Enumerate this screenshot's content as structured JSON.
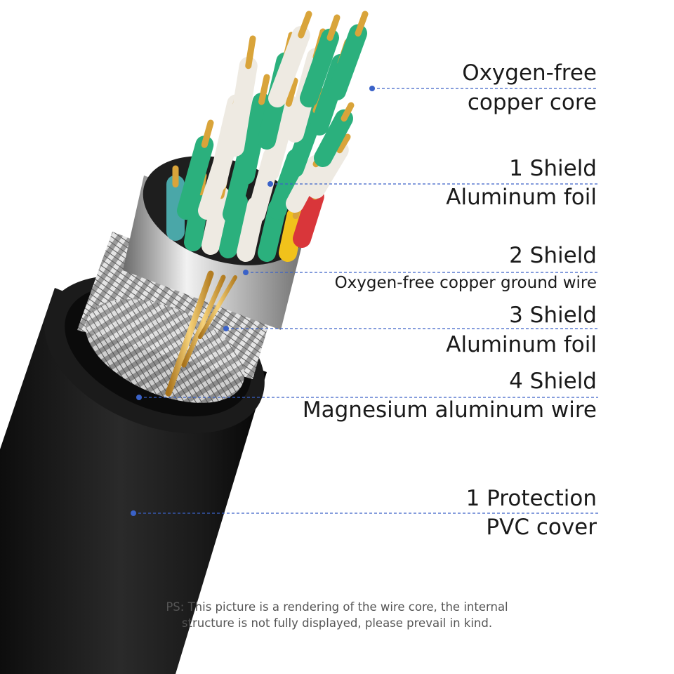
{
  "labels": {
    "core_1": "Oxygen-free",
    "core_2": "copper core",
    "shield1_1": "1 Shield",
    "shield1_2": "Aluminum foil",
    "shield2_1": "2 Shield",
    "shield2_2": "Oxygen-free copper ground wire",
    "shield3_1": "3 Shield",
    "shield3_2": "Aluminum foil",
    "shield4_1": "4 Shield",
    "shield4_2": "Magnesium aluminum wire",
    "protect_1": "1 Protection",
    "protect_2": "PVC cover"
  },
  "note": {
    "line1": "PS: This picture is a rendering of the wire core, the internal",
    "line2": "structure is not fully displayed, please prevail in kind."
  },
  "colors": {
    "leader": "#3a62c8",
    "jacket": "#151515",
    "copper": "#d9a43a",
    "green": "#2bb07d",
    "teal": "#4aa7a8",
    "white_insulation": "#eeeae2",
    "yellow": "#f1c21b",
    "red": "#d9363a"
  },
  "icons": {
    "pointer": "dot-icon"
  }
}
